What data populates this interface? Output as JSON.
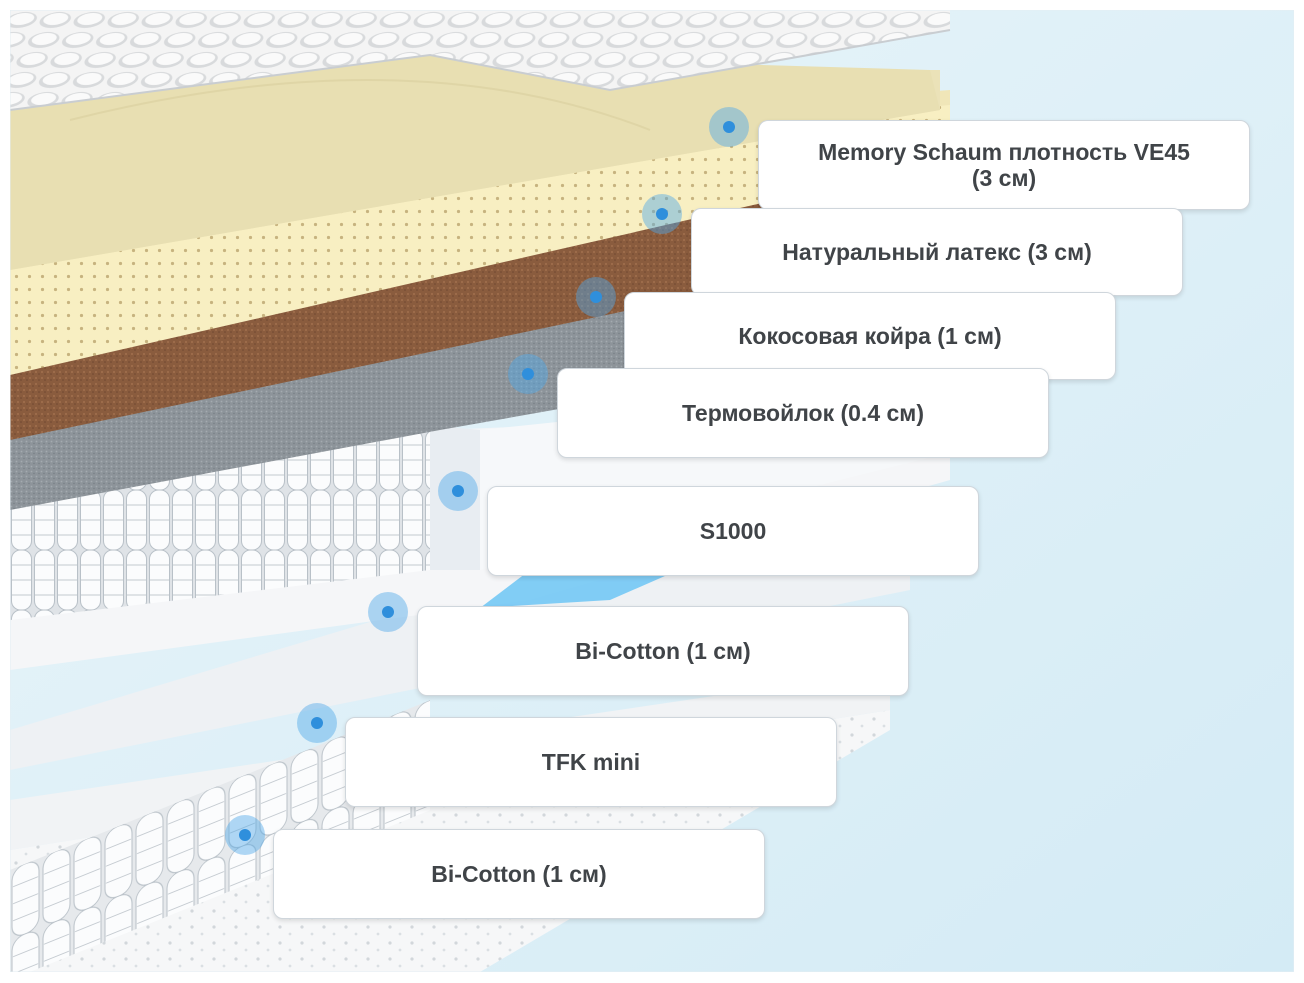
{
  "layers": [
    {
      "id": "memory-foam",
      "label": "Memory Schaum плотность VE45\n(3 см)",
      "color": "#ece5bf"
    },
    {
      "id": "latex",
      "label": "Натуральный латекс (3 см)",
      "color": "#f6edbd"
    },
    {
      "id": "coconut",
      "label": "Кокосовая койра (1 см)",
      "color": "#8a5a3c"
    },
    {
      "id": "felt",
      "label": "Термовойлок (0.4 см)",
      "color": "#8c9398"
    },
    {
      "id": "springs-s1000",
      "label": "S1000",
      "color": "#f1f3f5"
    },
    {
      "id": "bi-cotton-top",
      "label": "Bi-Cotton (1 см)",
      "color": "#f4f5f7"
    },
    {
      "id": "springs-tfk",
      "label": "TFK mini",
      "color": "#eceff2"
    },
    {
      "id": "bi-cotton-bottom",
      "label": "Bi-Cotton (1 см)",
      "color": "#f4f5f7"
    }
  ],
  "colors": {
    "marker": "#4fa8e8",
    "accent": "#6cc6f4",
    "background": "#dff0f7"
  },
  "icons": {
    "marker": "dot-marker-icon"
  }
}
